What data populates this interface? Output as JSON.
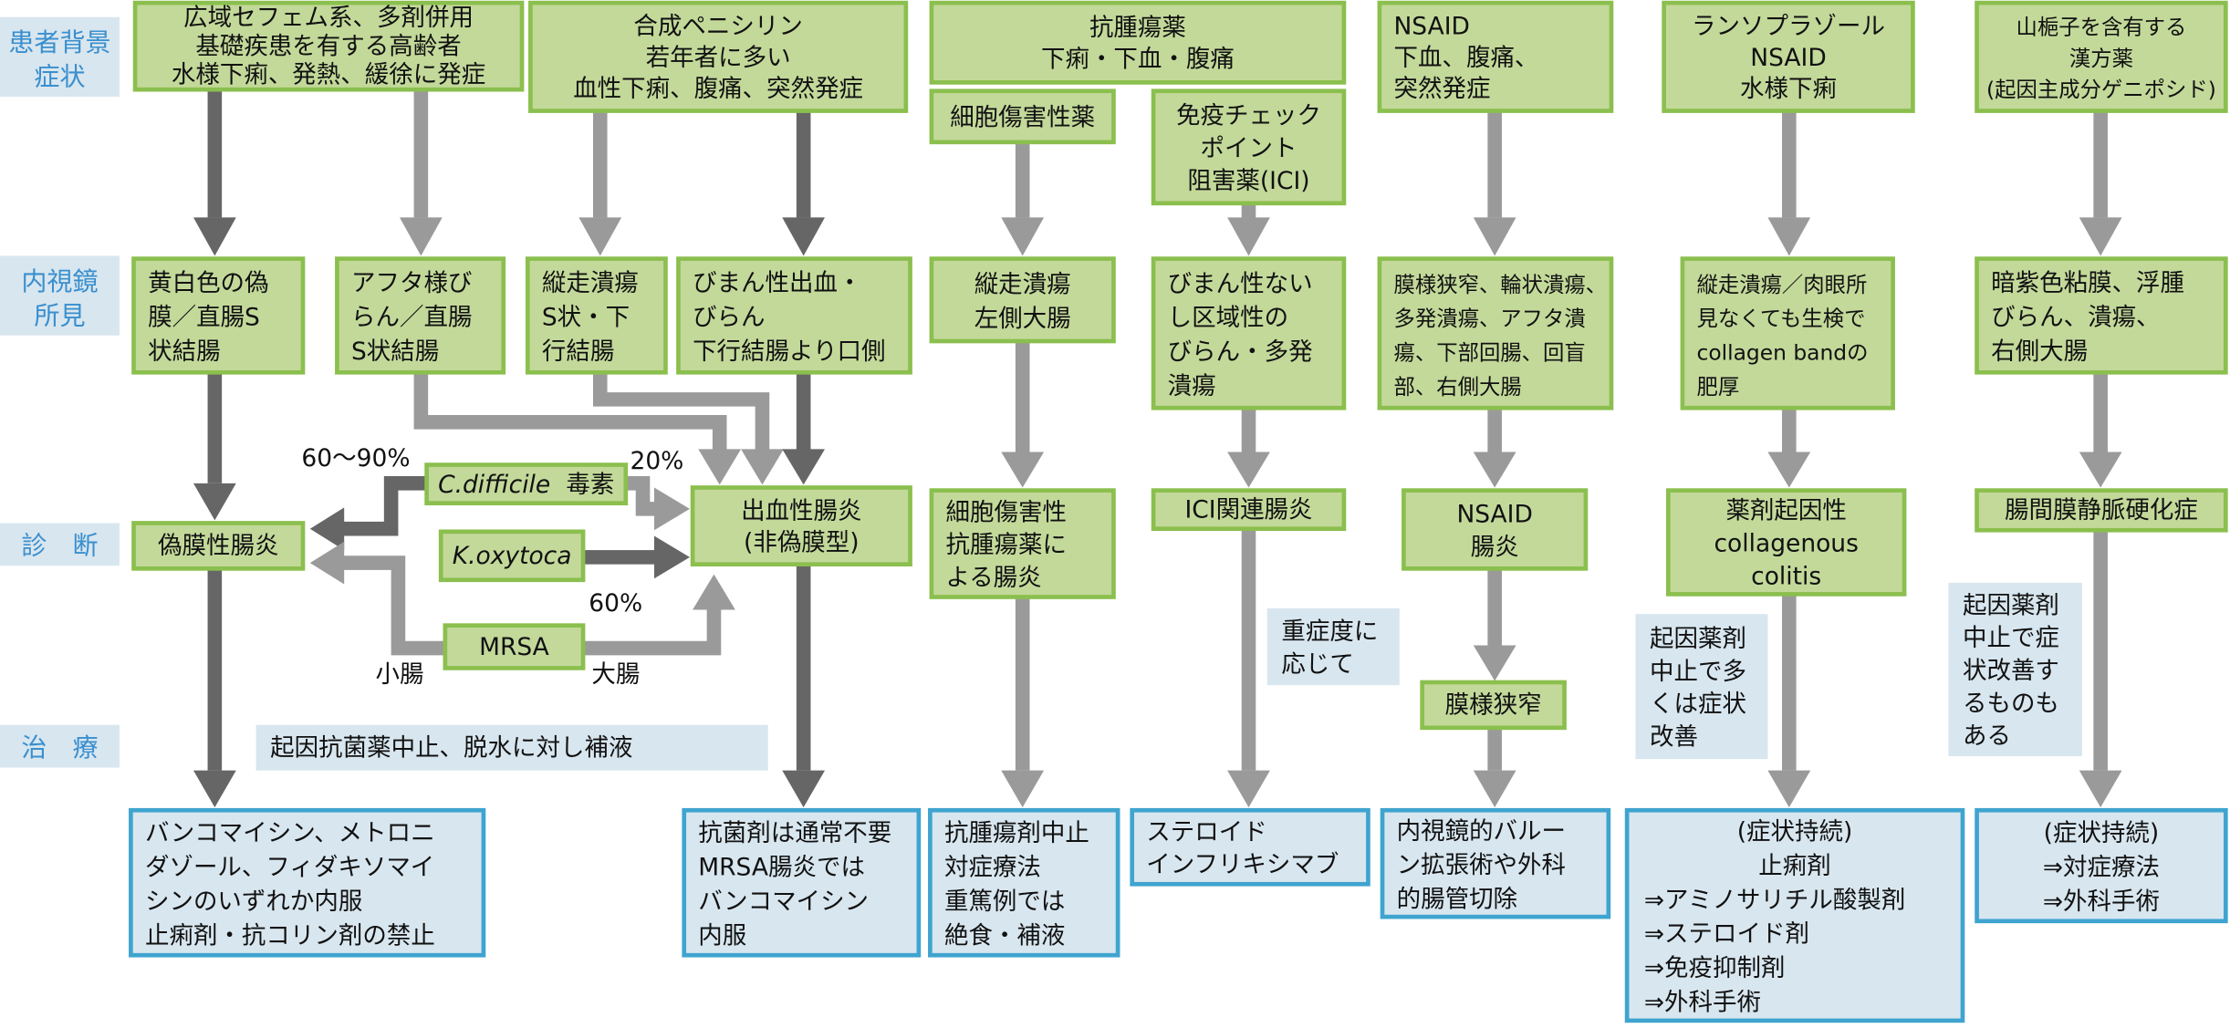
{
  "colors": {
    "node_fill": "#c3d99a",
    "node_border": "#8bbf4e",
    "treatment_fill": "#d8e6ef",
    "treatment_border": "#3fa4cf",
    "label_text": "#3a8fce",
    "arrow_dark": "#666666",
    "arrow_light": "#9a9a9a"
  },
  "row_labels": {
    "background": [
      "患者背景",
      "症状"
    ],
    "endoscopy": [
      "内視鏡",
      "所見"
    ],
    "diagnosis": [
      "診　断"
    ],
    "treatment": [
      "治　療"
    ]
  },
  "background": {
    "cephem": [
      "広域セフェム系、多剤併用",
      "基礎疾患を有する高齢者",
      "水様下痢、発熱、緩徐に発症"
    ],
    "penicillin": [
      "合成ペニシリン",
      "若年者に多い",
      "血性下痢、腹痛、突然発症"
    ],
    "antitumor": [
      "抗腫瘍薬",
      "下痢・下血・腹痛"
    ],
    "cytotoxic": [
      "細胞傷害性薬"
    ],
    "ici": [
      "免疫チェック",
      "ポイント",
      "阻害薬(ICI)"
    ],
    "nsaid": [
      "NSAID",
      "下血、腹痛、",
      "突然発症"
    ],
    "lansoprazole": [
      "ランソプラゾール",
      "NSAID",
      "水様下痢"
    ],
    "sanshishi": [
      "山梔子を含有する",
      "漢方薬",
      "(起因主成分ゲニポシド)"
    ]
  },
  "endoscopy": {
    "pseudomembrane": [
      "黄白色の偽",
      "膜／直腸S",
      "状結腸"
    ],
    "aphtha": [
      "アフタ様び",
      "らん／直腸",
      "S状結腸"
    ],
    "longitudinal": [
      "縦走潰瘍",
      "S状・下",
      "行結腸"
    ],
    "diffuse": [
      "びまん性出血・",
      "びらん",
      "下行結腸より口側"
    ],
    "cytotoxic": [
      "縦走潰瘍",
      "左側大腸"
    ],
    "ici": [
      "びまん性ない",
      "し区域性の",
      "びらん・多発",
      "潰瘍"
    ],
    "nsaid": [
      "膜様狭窄、輪状潰瘍、",
      "多発潰瘍、アフタ潰",
      "瘍、下部回腸、回盲",
      "部、右側大腸"
    ],
    "collagen": [
      "縦走潰瘍／肉眼所",
      "見なくても生検で",
      "collagen bandの",
      "肥厚"
    ],
    "sanshishi": [
      "暗紫色粘膜、浮腫",
      "びらん、潰瘍、",
      "右側大腸"
    ]
  },
  "diagnosis": {
    "pseudomembranous": [
      "偽膜性腸炎"
    ],
    "cdiff": [
      "C.difficile",
      "毒素"
    ],
    "koxytoca": [
      "K.oxytoca"
    ],
    "mrsa": [
      "MRSA"
    ],
    "hemorrhagic": [
      "出血性腸炎",
      "(非偽膜型)"
    ],
    "cytotoxic": [
      "細胞傷害性",
      "抗腫瘍薬に",
      "よる腸炎"
    ],
    "ici": [
      "ICI関連腸炎"
    ],
    "nsaid": [
      "NSAID",
      "腸炎"
    ],
    "collagenous": [
      "薬剤起因性",
      "collagenous",
      "colitis"
    ],
    "phlebosclerosis": [
      "腸間膜静脈硬化症"
    ],
    "membranous_stricture": [
      "膜様狭窄"
    ]
  },
  "edge_labels": {
    "pct_60_90": "60〜90%",
    "pct_20": "20%",
    "pct_60": "60%",
    "small_intestine": "小腸",
    "large_intestine": "大腸"
  },
  "notes": {
    "antibiotic_stop": "起因抗菌薬中止、脱水に対し補液",
    "severity": [
      "重症度に",
      "応じて"
    ],
    "collagen_stop": [
      "起因薬剤",
      "中止で多",
      "くは症状",
      "改善"
    ],
    "sanshishi_stop": [
      "起因薬剤",
      "中止で症",
      "状改善す",
      "るものも",
      "ある"
    ]
  },
  "treatment": {
    "pseudomembranous": [
      "バンコマイシン、メトロニ",
      "ダゾール、フィダキソマイ",
      "シンのいずれか内服",
      "止痢剤・抗コリン剤の禁止"
    ],
    "hemorrhagic": [
      "抗菌剤は通常不要",
      "MRSA腸炎では",
      "バンコマイシン",
      "内服"
    ],
    "cytotoxic": [
      "抗腫瘍剤中止",
      "対症療法",
      "重篤例では",
      "絶食・補液"
    ],
    "ici": [
      "ステロイド",
      "インフリキシマブ"
    ],
    "nsaid": [
      "内視鏡的バルー",
      "ン拡張術や外科",
      "的腸管切除"
    ],
    "collagenous": [
      "(症状持続)",
      "止痢剤",
      "⇒アミノサリチル酸製剤",
      "⇒ステロイド剤",
      "⇒免疫抑制剤",
      "⇒外科手術"
    ],
    "phlebosclerosis": [
      "(症状持続)",
      "⇒対症療法",
      "⇒外科手術"
    ]
  }
}
